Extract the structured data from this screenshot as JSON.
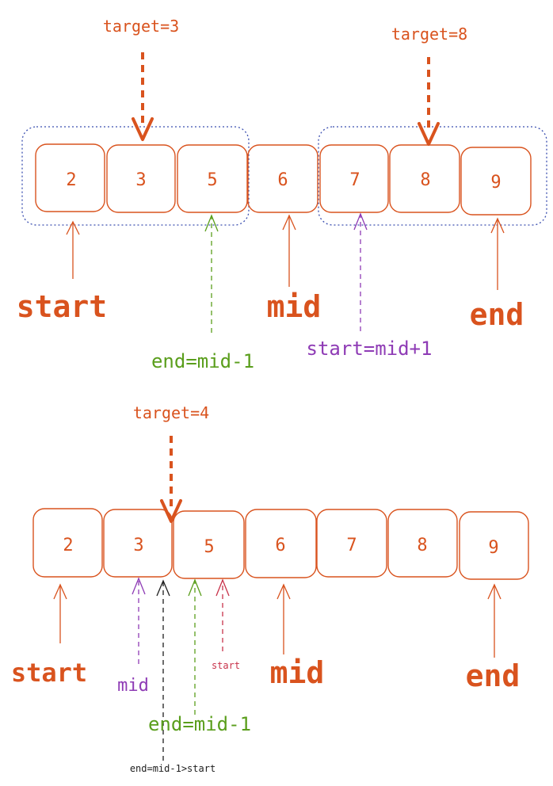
{
  "colors": {
    "orange": "#d9531e",
    "blue": "#3b4fb0",
    "green": "#5a9e1c",
    "purple": "#8e3bb5",
    "red": "#c8324a",
    "black": "#1e1e1e"
  },
  "diagram1": {
    "cells": [
      "2",
      "3",
      "5",
      "6",
      "7",
      "8",
      "9"
    ],
    "target_left": "target=3",
    "target_right": "target=8",
    "label_start": "start",
    "label_mid": "mid",
    "label_end": "end",
    "label_end_update": "end=mid-1",
    "label_start_update": "start=mid+1"
  },
  "diagram2": {
    "cells": [
      "2",
      "3",
      "5",
      "6",
      "7",
      "8",
      "9"
    ],
    "target": "target=4",
    "label_start": "start",
    "label_mid_small": "mid",
    "label_start_small": "start",
    "label_mid": "mid",
    "label_end": "end",
    "label_end_update": "end=mid-1",
    "label_condition": "end=mid-1>start"
  }
}
